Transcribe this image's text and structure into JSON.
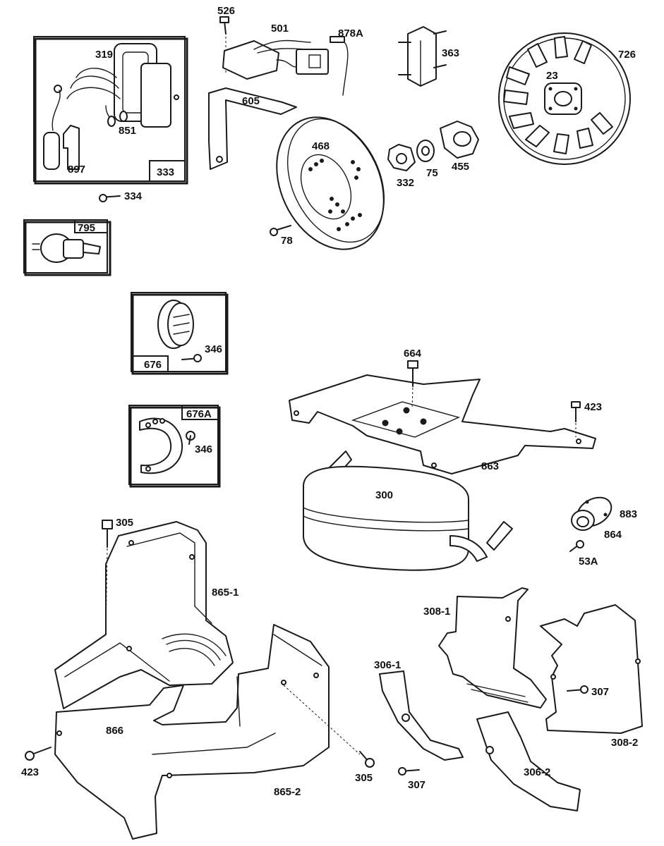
{
  "diagram": {
    "labels": {
      "p526": "526",
      "p501": "501",
      "p878A": "878A",
      "p363": "363",
      "p726": "726",
      "p23": "23",
      "p319": "319",
      "p851": "851",
      "p897": "897",
      "p333": "333",
      "p334": "334",
      "p605": "605",
      "p468": "468",
      "p332": "332",
      "p75": "75",
      "p455": "455",
      "p78": "78",
      "p795": "795",
      "p676": "676",
      "p346a": "346",
      "p676A": "676A",
      "p346b": "346",
      "p664": "664",
      "p423a": "423",
      "p863": "863",
      "p300": "300",
      "p883": "883",
      "p864": "864",
      "p53A": "53A",
      "p305a": "305",
      "p865_1": "865-1",
      "p308_1": "308-1",
      "p306_1": "306-1",
      "p307a": "307",
      "p308_2": "308-2",
      "p866": "866",
      "p423b": "423",
      "p305b": "305",
      "p307b": "307",
      "p865_2": "865-2",
      "p306_2": "306-2"
    }
  }
}
